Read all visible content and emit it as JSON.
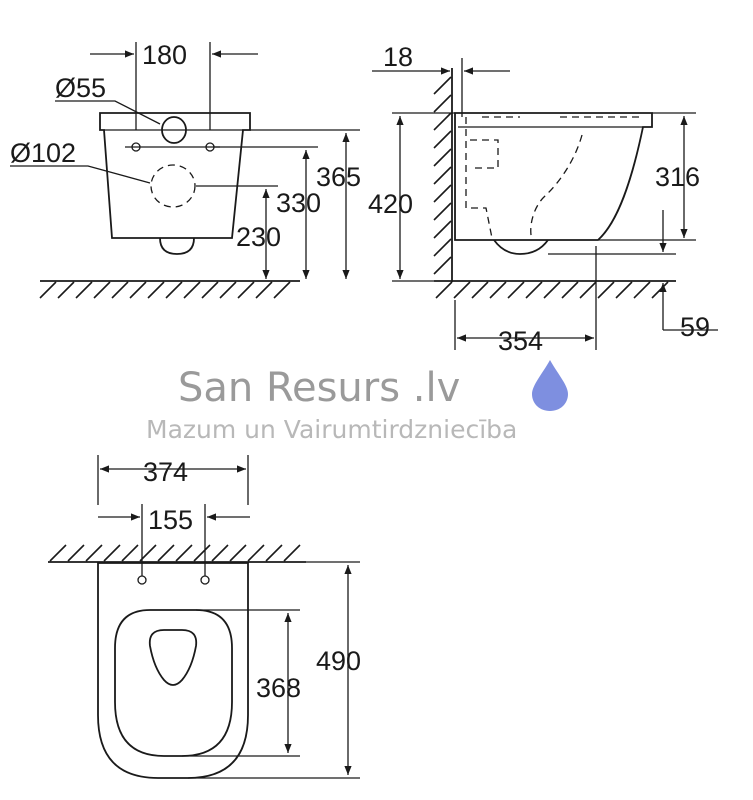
{
  "watermark": {
    "brand": "San Resurs .lv",
    "tagline": "Mazum un Vairumtirdzniecība",
    "drop_color": "#7e8fe0"
  },
  "front_view": {
    "width_between_holes": "180",
    "small_hole_diameter": "Ø55",
    "large_hole_diameter": "Ø102",
    "bowl_height": "365",
    "fixing_height": "330",
    "outlet_height": "230"
  },
  "side_view": {
    "wall_offset": "18",
    "total_height": "420",
    "bowl_depth": "316",
    "outlet_height": "59",
    "outlet_projection": "354"
  },
  "top_view": {
    "total_width": "374",
    "fixing_spacing": "155",
    "seat_length": "368",
    "total_length": "490"
  }
}
